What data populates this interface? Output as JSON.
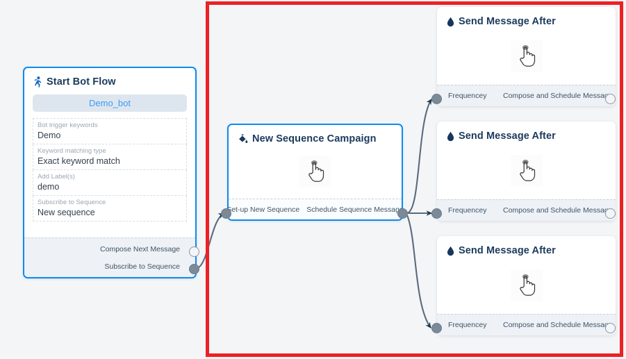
{
  "canvas": {
    "background_color": "#f4f5f7",
    "selection_rect_color": "#ed2024",
    "node_border_color": "#0d8bf0",
    "connector_color": "#5a6b7d",
    "port_filled_color": "#7b8a99",
    "title_color": "#1b3a5c"
  },
  "nodes": {
    "start_bot_flow": {
      "title": "Start Bot Flow",
      "icon": "running-person-icon",
      "bot_name": "Demo_bot",
      "fields": [
        {
          "label": "Bot trigger keywords",
          "value": "Demo"
        },
        {
          "label": "Keyword matching type",
          "value": "Exact keyword match"
        },
        {
          "label": "Add Label(s)",
          "value": "demo"
        },
        {
          "label": "Subscribe to Sequence",
          "value": "New sequence"
        }
      ],
      "ports": [
        {
          "label": "Compose Next Message",
          "state": "hollow"
        },
        {
          "label": "Subscribe to Sequence",
          "state": "filled"
        }
      ]
    },
    "new_sequence_campaign": {
      "title": "New Sequence Campaign",
      "icon": "paint-bucket-icon",
      "cursor": "pointing-hand-cursor",
      "ports_in": [
        {
          "label": "Set-up New Sequence",
          "state": "filled"
        }
      ],
      "ports_out": [
        {
          "label": "Schedule Sequence Message",
          "state": "filled"
        }
      ]
    },
    "send_message_cards": [
      {
        "title": "Send Message After",
        "icon": "water-drop-icon",
        "cursor": "pointing-hand-cursor",
        "port_in_label": "Frequencey",
        "port_out_label": "Compose and Schedule Message"
      },
      {
        "title": "Send Message After",
        "icon": "water-drop-icon",
        "cursor": "pointing-hand-cursor",
        "port_in_label": "Frequencey",
        "port_out_label": "Compose and Schedule Message"
      },
      {
        "title": "Send Message After",
        "icon": "water-drop-icon",
        "cursor": "pointing-hand-cursor",
        "port_in_label": "Frequencey",
        "port_out_label": "Compose and Schedule Message"
      }
    ]
  }
}
